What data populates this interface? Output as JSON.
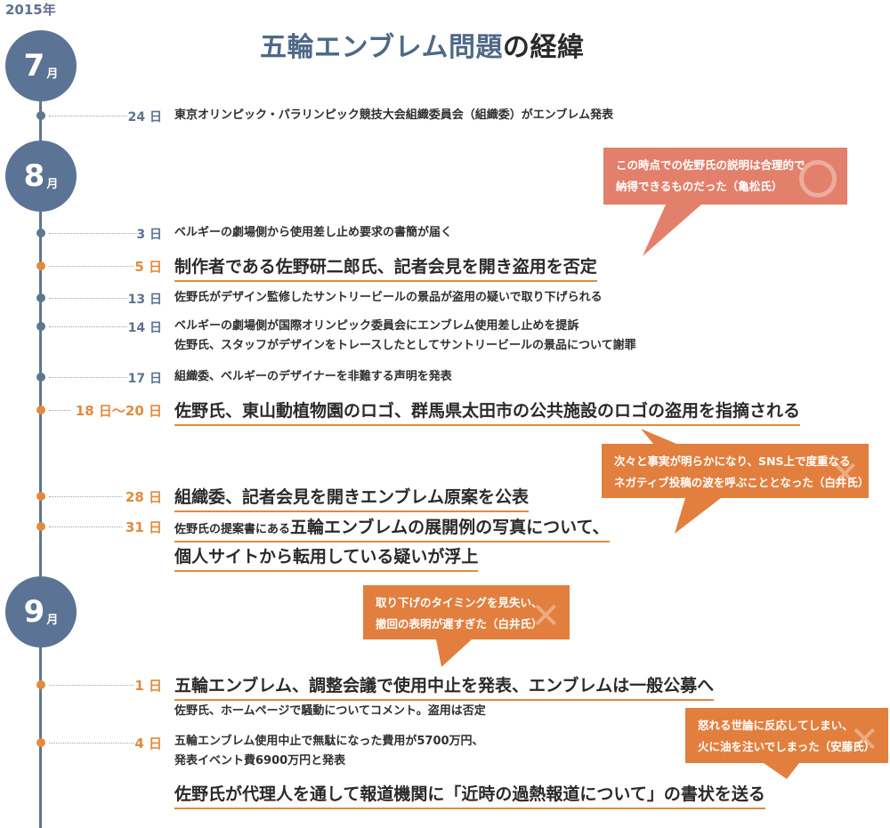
{
  "year": "2015年",
  "title": {
    "main": "五輪エンブレム問題",
    "tail": "の経緯"
  },
  "months": {
    "m7": "7",
    "m8": "8",
    "m9": "9",
    "unit": "月"
  },
  "events": {
    "e1": {
      "day": "24 日",
      "text": "東京オリンピック・パラリンピック競技大会組織委員会（組織委）がエンブレム発表"
    },
    "e2": {
      "day": "3 日",
      "text": "ベルギーの劇場側から使用差し止め要求の書簡が届く"
    },
    "e3": {
      "day": "5 日",
      "text": "制作者である佐野研二郎氏、記者会見を開き盗用を否定"
    },
    "e4": {
      "day": "13 日",
      "text": "佐野氏がデザイン監修したサントリービールの景品が盗用の疑いで取り下げられる"
    },
    "e5": {
      "day": "14 日",
      "line1": "ベルギーの劇場側が国際オリンピック委員会にエンブレム使用差し止めを提訴",
      "line2": "佐野氏、スタッフがデザインをトレースしたとしてサントリービールの景品について謝罪"
    },
    "e6": {
      "day": "17 日",
      "text": "組織委、ベルギーのデザイナーを非難する声明を発表"
    },
    "e7": {
      "day": "18 日〜20 日",
      "text": "佐野氏、東山動植物園のロゴ、群馬県太田市の公共施設のロゴの盗用を指摘される"
    },
    "e8": {
      "day": "28 日",
      "text": "組織委、記者会見を開きエンブレム原案を公表"
    },
    "e9": {
      "day": "31 日",
      "pre": "佐野氏の提案書にある",
      "line1": "五輪エンブレムの展開例の写真について、",
      "line2": "個人サイトから転用している疑いが浮上"
    },
    "e10": {
      "day": "1 日",
      "text": "五輪エンブレム、調整会議で使用中止を発表、エンブレムは一般公募へ",
      "sub": "佐野氏、ホームページで騒動についてコメント。盗用は否定"
    },
    "e11": {
      "day": "4 日",
      "line1": "五輪エンブレム使用中止で無駄になった費用が5700万円、",
      "line2": "発表イベント費6900万円と発表",
      "big": "佐野氏が代理人を通して報道機関に「近時の過熱報道について」の書状を送る"
    }
  },
  "bubbles": {
    "b1": {
      "line1": "この時点での佐野氏の説明は合理的で",
      "line2": "納得できるものだった（亀松氏）",
      "mark": "circle"
    },
    "b2": {
      "line1": "次々と事実が明らかになり、SNS上で度重なる",
      "line2": "ネガティブ投稿の波を呼ぶこととなった（白井氏）",
      "mark": "cross"
    },
    "b3": {
      "line1": "取り下げのタイミングを見失い、",
      "line2": "撤回の表明が遅すぎた（白井氏）",
      "mark": "cross"
    },
    "b4": {
      "line1": "怒れる世論に反応してしまい、",
      "line2": "火に油を注いでしまった（安藤氏）",
      "mark": "cross"
    }
  },
  "colors": {
    "navy": "#5b7394",
    "orange": "#e38a3c",
    "pink": "#e2806b"
  }
}
